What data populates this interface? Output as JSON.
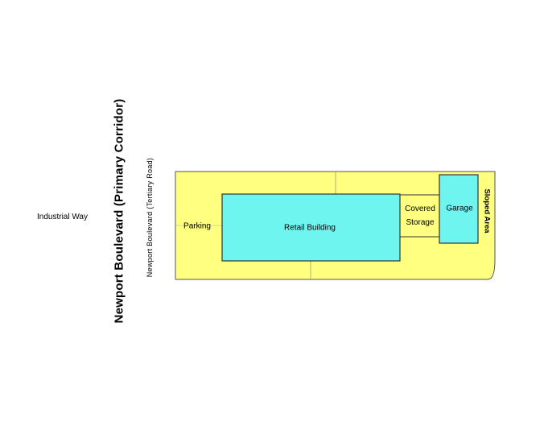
{
  "roads": {
    "primary": "Newport Boulevard (Primary Corridor)",
    "tertiary": "Newport Boulevard (Tertiary Road)",
    "industrial": "Industrial Way"
  },
  "areas": {
    "parking": "Parking",
    "retail": "Retail Building",
    "covered_line1": "Covered",
    "covered_line2": "Storage",
    "garage": "Garage",
    "sloped": "Sloped Area"
  },
  "colors": {
    "lot": "#ffff80",
    "building": "#6ff5f0",
    "outline": "#333333"
  }
}
